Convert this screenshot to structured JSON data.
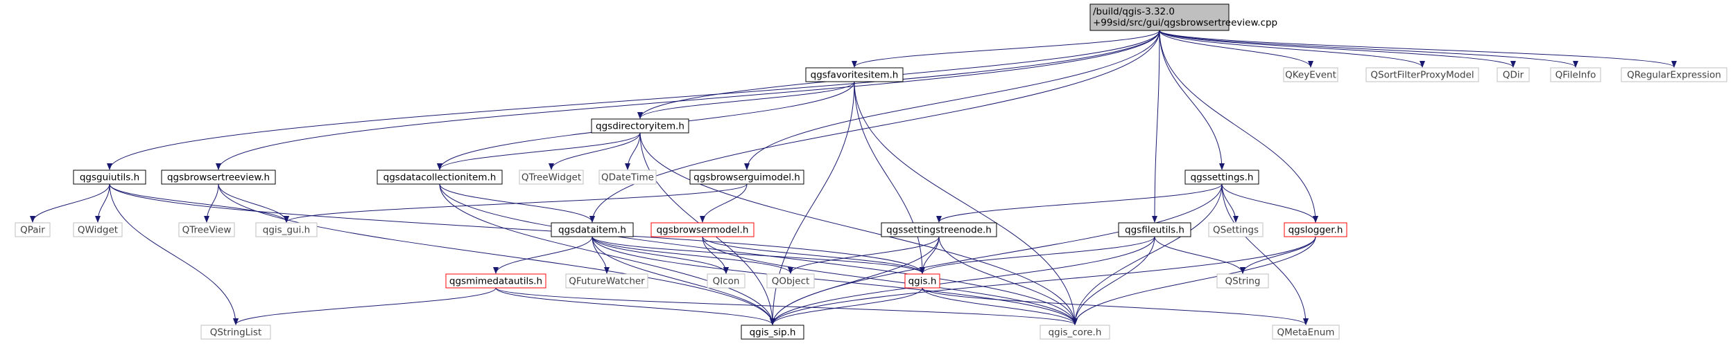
{
  "colors": {
    "edge": "#191970",
    "root_fill": "#bfbfbf",
    "box_black": "#000000",
    "box_gray": "#bfbfbf",
    "box_red": "#ff0000",
    "text_black": "#000000",
    "text_gray": "#404040"
  },
  "nodes": [
    {
      "id": "root",
      "label": "/build/qgis-3.32.0\n+99sid/src/gui/qgsbrowsertreeview.cpp",
      "style": "root"
    },
    {
      "id": "qgsfavoritesitem",
      "label": "qgsfavoritesitem.h",
      "style": "black"
    },
    {
      "id": "qkeyevent",
      "label": "QKeyEvent",
      "style": "gray"
    },
    {
      "id": "qsortfilter",
      "label": "QSortFilterProxyModel",
      "style": "gray"
    },
    {
      "id": "qdir",
      "label": "QDir",
      "style": "gray"
    },
    {
      "id": "qfileinfo",
      "label": "QFileInfo",
      "style": "gray"
    },
    {
      "id": "qregexp",
      "label": "QRegularExpression",
      "style": "gray"
    },
    {
      "id": "qgsdirectoryitem",
      "label": "qgsdirectoryitem.h",
      "style": "black"
    },
    {
      "id": "qgsguiutils",
      "label": "qgsguiutils.h",
      "style": "black"
    },
    {
      "id": "qgsbrowsertreeview",
      "label": "qgsbrowsertreeview.h",
      "style": "black"
    },
    {
      "id": "qgsdatacollectionitem",
      "label": "qgsdatacollectionitem.h",
      "style": "black"
    },
    {
      "id": "qtreewidget",
      "label": "QTreeWidget",
      "style": "gray"
    },
    {
      "id": "qdatetime",
      "label": "QDateTime",
      "style": "gray"
    },
    {
      "id": "qgsbrowserguimodel",
      "label": "qgsbrowserguimodel.h",
      "style": "black"
    },
    {
      "id": "qgssettings",
      "label": "qgssettings.h",
      "style": "black"
    },
    {
      "id": "qpair",
      "label": "QPair",
      "style": "gray"
    },
    {
      "id": "qwidget",
      "label": "QWidget",
      "style": "gray"
    },
    {
      "id": "qtreeview",
      "label": "QTreeView",
      "style": "gray"
    },
    {
      "id": "qgis_gui",
      "label": "qgis_gui.h",
      "style": "gray"
    },
    {
      "id": "qgsdataitem",
      "label": "qgsdataitem.h",
      "style": "black"
    },
    {
      "id": "qgsbrowsermodel",
      "label": "qgsbrowsermodel.h",
      "style": "red"
    },
    {
      "id": "qgssettingstreenode",
      "label": "qgssettingstreenode.h",
      "style": "black"
    },
    {
      "id": "qgsfileutils",
      "label": "qgsfileutils.h",
      "style": "black"
    },
    {
      "id": "qsettings",
      "label": "QSettings",
      "style": "gray"
    },
    {
      "id": "qgslogger",
      "label": "qgslogger.h",
      "style": "red"
    },
    {
      "id": "qgsmimedatautils",
      "label": "qgsmimedatautils.h",
      "style": "red"
    },
    {
      "id": "qfuturewatcher",
      "label": "QFutureWatcher",
      "style": "gray"
    },
    {
      "id": "qicon",
      "label": "QIcon",
      "style": "gray"
    },
    {
      "id": "qobject",
      "label": "QObject",
      "style": "gray"
    },
    {
      "id": "qgis",
      "label": "qgis.h",
      "style": "red"
    },
    {
      "id": "qstring",
      "label": "QString",
      "style": "gray"
    },
    {
      "id": "qstringlist",
      "label": "QStringList",
      "style": "gray"
    },
    {
      "id": "qgis_sip",
      "label": "qgis_sip.h",
      "style": "black"
    },
    {
      "id": "qgis_core",
      "label": "qgis_core.h",
      "style": "gray"
    },
    {
      "id": "qmetaenum",
      "label": "QMetaEnum",
      "style": "gray"
    }
  ],
  "edges": [
    [
      "root",
      "qgsfavoritesitem"
    ],
    [
      "root",
      "qkeyevent"
    ],
    [
      "root",
      "qsortfilter"
    ],
    [
      "root",
      "qdir"
    ],
    [
      "root",
      "qfileinfo"
    ],
    [
      "root",
      "qregexp"
    ],
    [
      "root",
      "qgsdirectoryitem"
    ],
    [
      "root",
      "qgsguiutils"
    ],
    [
      "root",
      "qgsbrowsertreeview"
    ],
    [
      "root",
      "qgsbrowserguimodel"
    ],
    [
      "root",
      "qgssettings"
    ],
    [
      "root",
      "qgsdataitem"
    ],
    [
      "root",
      "qgsfileutils"
    ],
    [
      "root",
      "qgslogger"
    ],
    [
      "qgsfavoritesitem",
      "qgsdirectoryitem"
    ],
    [
      "qgsfavoritesitem",
      "qgsdatacollectionitem"
    ],
    [
      "qgsfavoritesitem",
      "qgis_sip"
    ],
    [
      "qgsfavoritesitem",
      "qgis"
    ],
    [
      "qgsfavoritesitem",
      "qgis_core"
    ],
    [
      "qgsdirectoryitem",
      "qgsdatacollectionitem"
    ],
    [
      "qgsdirectoryitem",
      "qtreewidget"
    ],
    [
      "qgsdirectoryitem",
      "qdatetime"
    ],
    [
      "qgsdirectoryitem",
      "qgis_sip"
    ],
    [
      "qgsdirectoryitem",
      "qgis_core"
    ],
    [
      "qgsguiutils",
      "qpair"
    ],
    [
      "qgsguiutils",
      "qwidget"
    ],
    [
      "qgsguiutils",
      "qgis_gui"
    ],
    [
      "qgsguiutils",
      "qstringlist"
    ],
    [
      "qgsguiutils",
      "qgis"
    ],
    [
      "qgsbrowsertreeview",
      "qtreeview"
    ],
    [
      "qgsbrowsertreeview",
      "qgis_gui"
    ],
    [
      "qgsbrowsertreeview",
      "qgis_sip"
    ],
    [
      "qgsdatacollectionitem",
      "qgsdataitem"
    ],
    [
      "qgsdatacollectionitem",
      "qgis_sip"
    ],
    [
      "qgsdatacollectionitem",
      "qgis_core"
    ],
    [
      "qgsbrowserguimodel",
      "qgsbrowsermodel"
    ],
    [
      "qgsbrowserguimodel",
      "qgis_gui"
    ],
    [
      "qgssettings",
      "qgssettingstreenode"
    ],
    [
      "qgssettings",
      "qsettings"
    ],
    [
      "qgssettings",
      "qgslogger"
    ],
    [
      "qgssettings",
      "qgis_sip"
    ],
    [
      "qgssettings",
      "qgis_core"
    ],
    [
      "qgssettings",
      "qmetaenum"
    ],
    [
      "qgsdataitem",
      "qgsmimedatautils"
    ],
    [
      "qgsdataitem",
      "qfuturewatcher"
    ],
    [
      "qgsdataitem",
      "qicon"
    ],
    [
      "qgsdataitem",
      "qobject"
    ],
    [
      "qgsdataitem",
      "qgis"
    ],
    [
      "qgsdataitem",
      "qgis_sip"
    ],
    [
      "qgsdataitem",
      "qgis_core"
    ],
    [
      "qgsbrowsermodel",
      "qicon"
    ],
    [
      "qgsbrowsermodel",
      "qgis"
    ],
    [
      "qgsbrowsermodel",
      "qgis_core"
    ],
    [
      "qgssettingstreenode",
      "qobject"
    ],
    [
      "qgssettingstreenode",
      "qgis"
    ],
    [
      "qgssettingstreenode",
      "qgis_sip"
    ],
    [
      "qgssettingstreenode",
      "qgis_core"
    ],
    [
      "qgsfileutils",
      "qgis"
    ],
    [
      "qgsfileutils",
      "qstring"
    ],
    [
      "qgsfileutils",
      "qgis_sip"
    ],
    [
      "qgsfileutils",
      "qgis_core"
    ],
    [
      "qgslogger",
      "qstring"
    ],
    [
      "qgslogger",
      "qgis_sip"
    ],
    [
      "qgslogger",
      "qgis_core"
    ],
    [
      "qgsmimedatautils",
      "qstringlist"
    ],
    [
      "qgsmimedatautils",
      "qgis_sip"
    ],
    [
      "qgsmimedatautils",
      "qgis_core"
    ],
    [
      "qgis",
      "qgis_sip"
    ],
    [
      "qgis",
      "qgis_core"
    ],
    [
      "qgis",
      "qmetaenum"
    ]
  ]
}
